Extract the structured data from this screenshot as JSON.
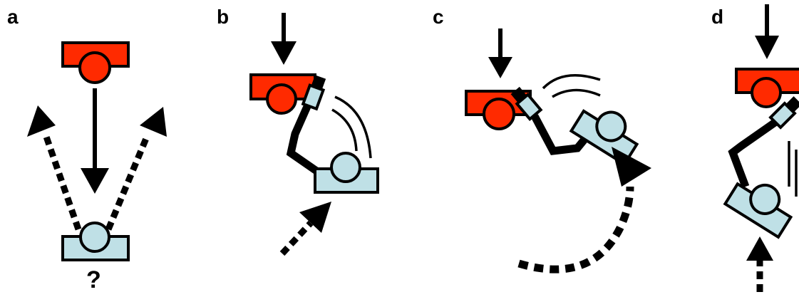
{
  "panels": [
    {
      "label": "a",
      "annotation": "?"
    },
    {
      "label": "b"
    },
    {
      "label": "c"
    },
    {
      "label": "d"
    }
  ],
  "colors": {
    "active_block": "#ff2a00",
    "passive_block": "#bfe0e6",
    "outline": "#000000",
    "background": "#ffffff"
  }
}
